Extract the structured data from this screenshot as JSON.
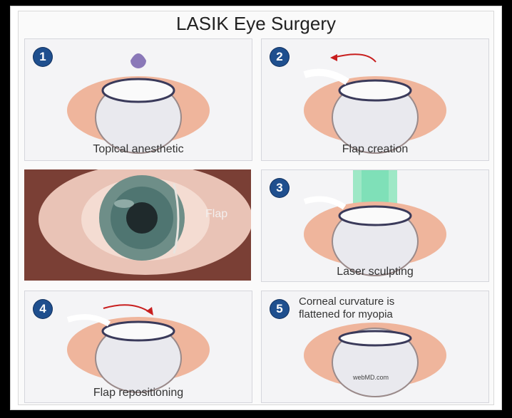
{
  "title": "LASIK Eye Surgery",
  "steps": [
    {
      "number": "1",
      "caption": "Topical anesthetic"
    },
    {
      "number": "2",
      "caption": "Flap creation"
    },
    {
      "number": "3",
      "caption": "Laser sculpting"
    },
    {
      "number": "4",
      "caption": "Flap repositioning"
    },
    {
      "number": "5",
      "caption": "Corneal curvature is flattened for myopia"
    }
  ],
  "caption5_lines": [
    "Corneal curvature is",
    "flattened for myopia"
  ],
  "photo_label": "Flap",
  "watermark": "webMD.com",
  "colors": {
    "badge": "#1f4f8e",
    "tissue": "#e8a48c",
    "laser": "#7fe0b8",
    "arrow": "#c81e1e",
    "drop": "#8a78b8"
  }
}
